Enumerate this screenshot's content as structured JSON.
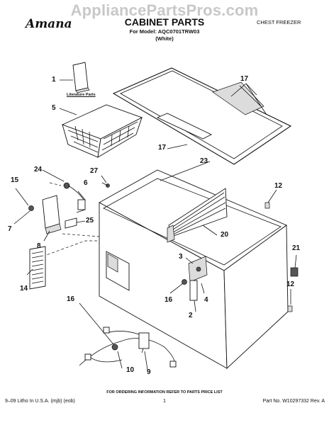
{
  "header": {
    "watermark": "AppliancePartsPros.com",
    "brand": "Amana",
    "title": "CABINET PARTS",
    "model_line": "For Model: AQC0701TRW03",
    "color_note": "(White)",
    "category": "CHEST FREEZER"
  },
  "labels": {
    "literature": "Literature Parts",
    "callouts": [
      "1",
      "5",
      "17",
      "17",
      "23",
      "24",
      "27",
      "15",
      "6",
      "7",
      "25",
      "8",
      "12",
      "20",
      "3",
      "21",
      "16",
      "4",
      "2",
      "12",
      "14",
      "16",
      "10",
      "9"
    ]
  },
  "footer": {
    "ordering": "FOR ORDERING INFORMATION REFER TO PARTS PRICE LIST",
    "print_info": "9–09 Litho In U.S.A. (mjb) (eob)",
    "page": "1",
    "part_no": "Part No. W10297332 Rev. A"
  }
}
